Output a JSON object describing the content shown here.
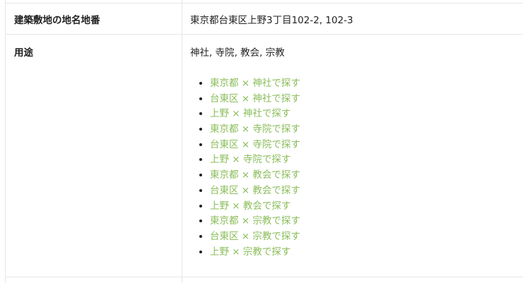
{
  "rows": [
    {
      "label": "建築敷地の地名地番",
      "value": "東京都台東区上野3丁目102-2, 102-3"
    },
    {
      "label": "用途",
      "value": "神社, 寺院, 教会, 宗教"
    }
  ],
  "links": [
    "東京都 × 神社で探す",
    "台東区 × 神社で探す",
    "上野 × 神社で探す",
    "東京都 × 寺院で探す",
    "台東区 × 寺院で探す",
    "上野 × 寺院で探す",
    "東京都 × 教会で探す",
    "台東区 × 教会で探す",
    "上野 × 教会で探す",
    "東京都 × 宗教で探す",
    "台東区 × 宗教で探す",
    "上野 × 宗教で探す"
  ],
  "colors": {
    "link": "#8bbd5b",
    "border": "#e6e6e6"
  }
}
